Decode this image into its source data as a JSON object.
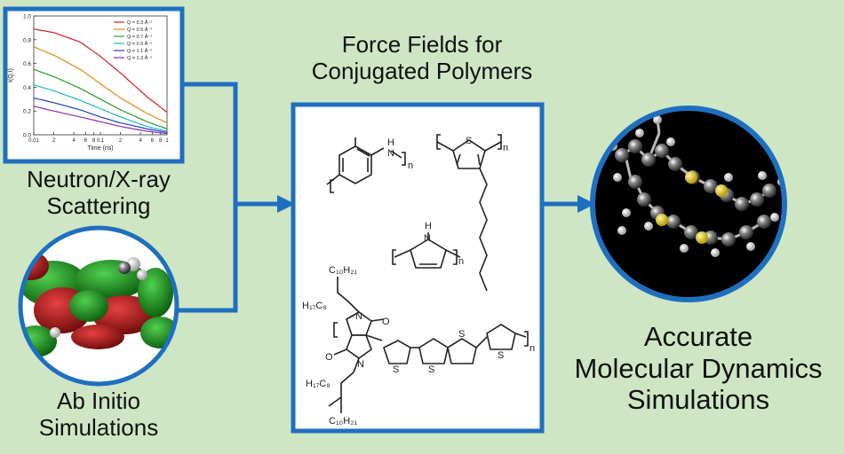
{
  "title": {
    "line1": "Force Fields for",
    "line2": "Conjugated Polymers"
  },
  "scattering": {
    "line1": "Neutron/X-ray",
    "line2": "Scattering"
  },
  "abinitio": {
    "line1": "Ab Initio",
    "line2": "Simulations"
  },
  "output": {
    "line1": "Accurate",
    "line2": "Molecular Dynamics",
    "line3": "Simulations"
  },
  "colors": {
    "background": "#cfe6c4",
    "accent": "#1f6fbf",
    "panel": "#ffffff"
  },
  "chart_data": {
    "type": "line",
    "xscale": "log",
    "xlim": [
      0.01,
      1
    ],
    "ylim": [
      0,
      1.0
    ],
    "xlabel": "Time (ns)",
    "ylabel": "I(Q,t)",
    "xticks": [
      "0.01",
      "2",
      "4",
      "6",
      "8",
      "0.1",
      "2",
      "4",
      "6",
      "8",
      "1"
    ],
    "yticks": [
      "0.0",
      "0.2",
      "0.4",
      "0.6",
      "0.8",
      "1.0"
    ],
    "legend_position": "top-right",
    "series": [
      {
        "name": "Q = 0.3 Å⁻¹",
        "color": "#d62020",
        "x": [
          0.01,
          0.02,
          0.05,
          0.1,
          0.2,
          0.5,
          1
        ],
        "y": [
          0.89,
          0.86,
          0.78,
          0.66,
          0.52,
          0.32,
          0.19
        ]
      },
      {
        "name": "Q = 0.5 Å⁻¹",
        "color": "#e08a10",
        "x": [
          0.01,
          0.02,
          0.05,
          0.1,
          0.2,
          0.5,
          1
        ],
        "y": [
          0.74,
          0.67,
          0.55,
          0.43,
          0.31,
          0.18,
          0.1
        ]
      },
      {
        "name": "Q = 0.7 Å⁻¹",
        "color": "#2aa02a",
        "x": [
          0.01,
          0.02,
          0.05,
          0.1,
          0.2,
          0.5,
          1
        ],
        "y": [
          0.55,
          0.49,
          0.39,
          0.3,
          0.21,
          0.11,
          0.05
        ]
      },
      {
        "name": "Q = 0.9 Å⁻¹",
        "color": "#20b8c8",
        "x": [
          0.01,
          0.02,
          0.05,
          0.1,
          0.2,
          0.5,
          1
        ],
        "y": [
          0.42,
          0.37,
          0.29,
          0.22,
          0.15,
          0.07,
          0.03
        ]
      },
      {
        "name": "Q = 1.1 Å⁻¹",
        "color": "#1a3fc0",
        "x": [
          0.01,
          0.02,
          0.05,
          0.1,
          0.2,
          0.5,
          1
        ],
        "y": [
          0.31,
          0.27,
          0.21,
          0.15,
          0.1,
          0.05,
          0.02
        ]
      },
      {
        "name": "Q = 1.3 Å⁻¹",
        "color": "#8a2ab0",
        "x": [
          0.01,
          0.02,
          0.05,
          0.1,
          0.2,
          0.5,
          1
        ],
        "y": [
          0.24,
          0.2,
          0.15,
          0.11,
          0.07,
          0.03,
          0.01
        ]
      }
    ]
  },
  "molecules": {
    "pani_n": "n",
    "p3ht_s": "S",
    "p3ht_n": "n",
    "ppy_n": "n",
    "ppy_h": "H",
    "ppy_nh": "N",
    "pani_h": "H",
    "pani_nh": "N",
    "dpp_c10": "C₁₀H₂₁",
    "dpp_h17": "H₁₇C₈",
    "dpp_h17b": "H₁₇C₈",
    "dpp_c10b": "C₁₀H₂₁",
    "dpp_n": "n",
    "dpp_o1": "O",
    "dpp_o2": "O",
    "dpp_n1": "N",
    "dpp_n2": "N",
    "dpp_s1": "S",
    "dpp_s2": "S",
    "dpp_s3": "S",
    "dpp_s4": "S"
  }
}
